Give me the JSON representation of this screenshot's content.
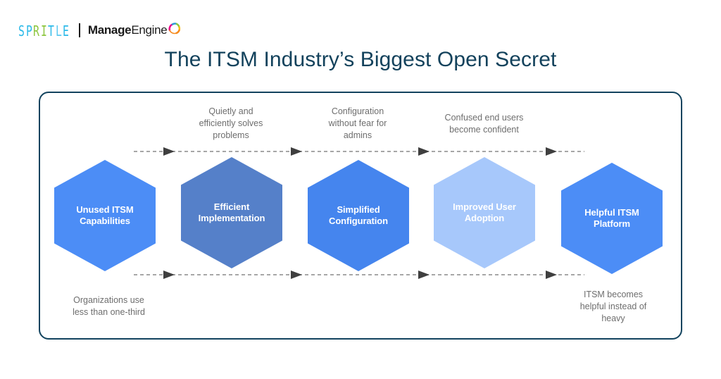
{
  "brand": {
    "spritle": {
      "name": "SPRITLE",
      "letters": [
        {
          "ch": "S",
          "color": "#2bb9e8"
        },
        {
          "ch": "P",
          "color": "#2bb9e8"
        },
        {
          "ch": "R",
          "color": "#8dc63f"
        },
        {
          "ch": "I",
          "color": "#8dc63f"
        },
        {
          "ch": "T",
          "color": "#2bb9e8"
        },
        {
          "ch": "L",
          "color": "#5bc8f0"
        },
        {
          "ch": "E",
          "color": "#2bb9e8"
        }
      ]
    },
    "manageengine": {
      "bold_part": "Manage",
      "light_part": "Engine",
      "swirl_icon": "manageengine-swirl-icon",
      "swirl_colors": [
        "#f68b1f",
        "#fdb913",
        "#8dc63f",
        "#00a79d",
        "#2e9bd6",
        "#ec008c"
      ]
    },
    "divider": "brand-divider"
  },
  "title": "The ITSM Industry’s Biggest Open Secret",
  "colors": {
    "title": "#13425c",
    "card_border": "#12435e",
    "caption": "#6e6e6e",
    "arrow": "#7a7a7a",
    "arrowhead": "#3f3f3f",
    "hex_text": "#ffffff"
  },
  "diagram": {
    "type": "process-flow",
    "steps": [
      {
        "id": "step-1",
        "label": "Unused ITSM\nCapabilities",
        "label_line1": "Unused ITSM",
        "label_line2": "Capabilities",
        "color": "#4c8df6",
        "top_caption": "",
        "bottom_caption": "Organizations use\nless than one-third"
      },
      {
        "id": "step-2",
        "label": "Efficient\nImplementation",
        "label_line1": "Efficient",
        "label_line2": "Implementation",
        "color": "#5580c9",
        "top_caption": "Quietly and\nefficiently solves\nproblems",
        "bottom_caption": ""
      },
      {
        "id": "step-3",
        "label": "Simplified\nConfiguration",
        "label_line1": "Simplified",
        "label_line2": "Configuration",
        "color": "#4585ee",
        "top_caption": "Configuration\nwithout fear for\nadmins",
        "bottom_caption": ""
      },
      {
        "id": "step-4",
        "label": "Improved User\nAdoption",
        "label_line1": "Improved User",
        "label_line2": "Adoption",
        "color": "#a7c8fb",
        "top_caption": "Confused end users\nbecome confident",
        "bottom_caption": ""
      },
      {
        "id": "step-5",
        "label": "Helpful ITSM\nPlatform",
        "label_line1": "Helpful ITSM",
        "label_line2": "Platform",
        "color": "#4c8df6",
        "top_caption": "",
        "bottom_caption": "ITSM becomes\nhelpful instead of\nheavy"
      }
    ],
    "captions_top": [
      "Quietly and efficiently solves problems",
      "Configuration without fear for admins",
      "Confused end users become confident"
    ],
    "captions_bottom": [
      "Organizations use less than one-third",
      "ITSM becomes helpful instead of heavy"
    ],
    "connector": {
      "style": "dashed",
      "direction": "left-to-right",
      "arrowhead_count_top": 4,
      "arrowhead_count_bottom": 4
    }
  }
}
